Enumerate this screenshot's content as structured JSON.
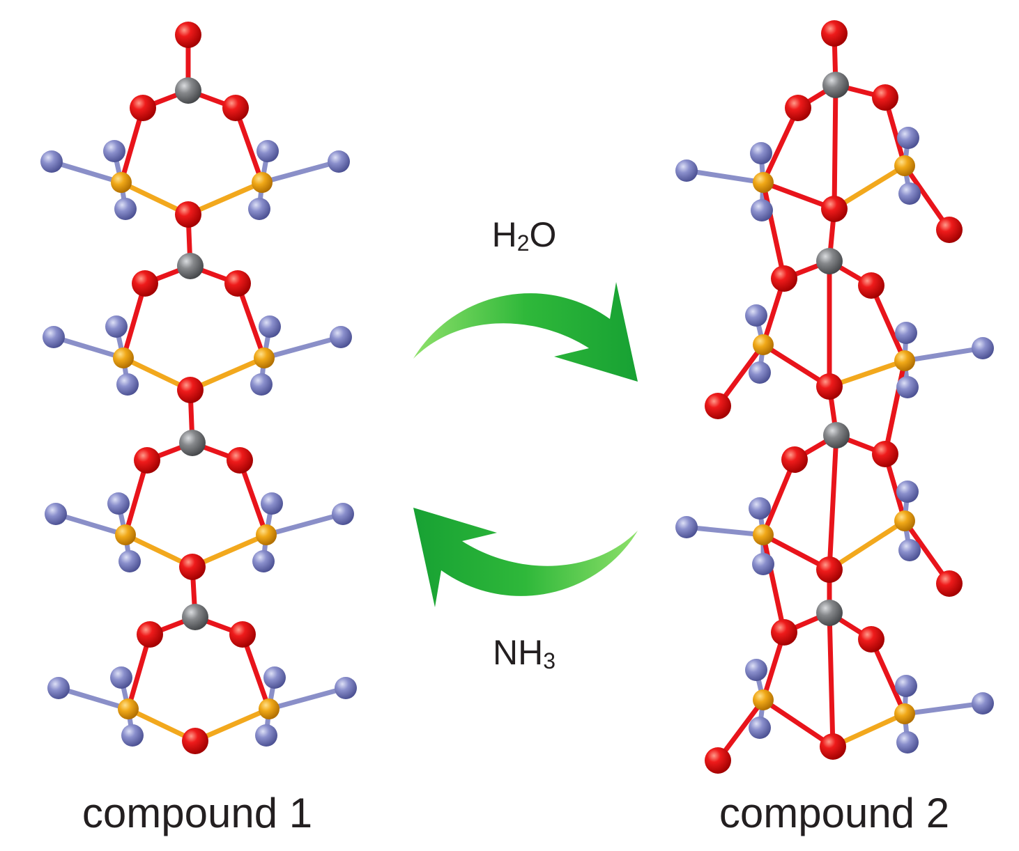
{
  "figure": {
    "compound_1_label": "compound 1",
    "compound_2_label": "compound 2",
    "forward_reagent": {
      "main": "H",
      "sub": "2",
      "tail": "O"
    },
    "reverse_reagent": {
      "main": "NH",
      "sub": "3",
      "tail": ""
    },
    "forward_arrow": "H2O: compound 1 → compound 2",
    "reverse_arrow": "NH3: compound 2 → compound 1"
  },
  "colors": {
    "oxygen": "#e8141b",
    "carbon": "#7d7f82",
    "metal": "#f2a81d",
    "nitrogen": "#8187c4",
    "bond_red": "#e8141b",
    "bond_yellow": "#f2a81d",
    "bond_blue": "#8a8fc8",
    "arrow": "#33bb33",
    "text": "#231f20"
  },
  "icons": {
    "forward": "curved-arrow-right-icon",
    "reverse": "curved-arrow-left-icon"
  }
}
